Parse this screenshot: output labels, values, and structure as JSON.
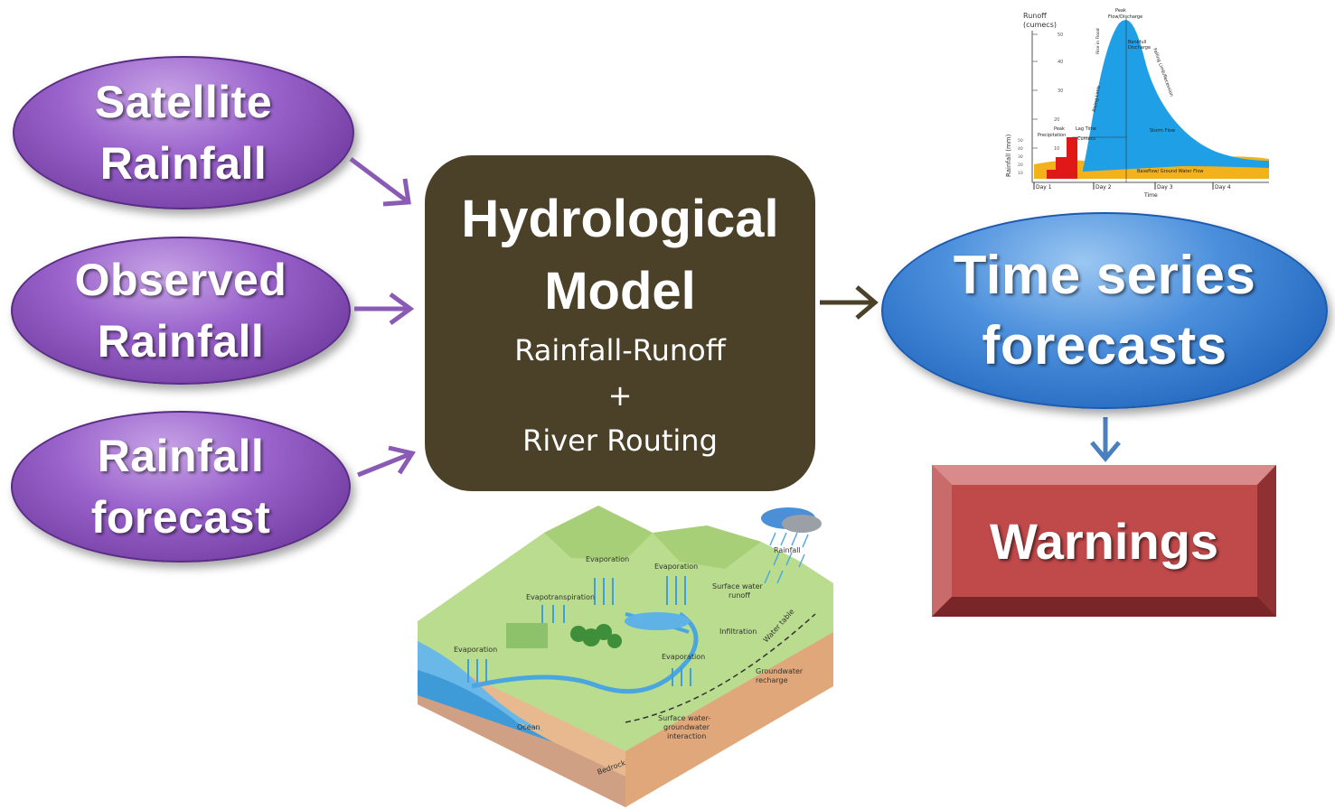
{
  "inputs": {
    "satellite": {
      "line1": "Satellite",
      "line2": "Rainfall"
    },
    "observed": {
      "line1": "Observed",
      "line2": "Rainfall"
    },
    "forecast": {
      "line1": "Rainfall",
      "line2": "forecast"
    }
  },
  "model": {
    "line1": "Hydrological",
    "line2": "Model",
    "sub1": "Rainfall-Runoff",
    "plus": "+",
    "sub2": "River Routing"
  },
  "output": {
    "line1": "Time series",
    "line2": "forecasts"
  },
  "warnings": {
    "label": "Warnings"
  },
  "hydrograph": {
    "y_label": "Runoff\n(cumecs)",
    "y_label_line1": "Runoff",
    "y_label_line2": "(cumecs)",
    "rain_axis_label": "Rainfall (mm)",
    "x_title": "Time",
    "days": [
      "Day 1",
      "Day 2",
      "Day 3",
      "Day 4"
    ],
    "annotations": {
      "peak_flow": "Peak",
      "peak_flow2": "Flow/Discharge",
      "peak_precip": "Peak",
      "peak_precip2": "Precipitation",
      "lag_time": "Lag Time",
      "rising_limb": "Rising Limb",
      "falling_limb": "Falling Limb/Recession",
      "storm_flow": "Storm Flow",
      "baseflow": "Baseflow/ Ground Water Flow",
      "rise_in_flood": "Rise in Flood",
      "bankfull": "Bankfull",
      "bankfull2": "Discharge",
      "cumecs": "Cumecs"
    },
    "y_ticks": [
      "50",
      "40",
      "30",
      "20",
      "10"
    ],
    "rain_ticks": [
      "50",
      "40",
      "30",
      "20",
      "10"
    ],
    "colors": {
      "storm": "#1fa0e6",
      "base": "#f2b21a",
      "rain": "#e01818"
    }
  },
  "water_cycle": {
    "labels": {
      "rainfall": "Rainfall",
      "evaporation": "Evaporation",
      "evapotranspiration": "Evapotranspiration",
      "surface_runoff": "Surface water runoff",
      "surface_runoff1": "Surface water",
      "surface_runoff2": "runoff",
      "infiltration": "Infiltration",
      "water_table": "Water table",
      "groundwater": "Groundwater recharge",
      "groundwater1": "Groundwater",
      "groundwater2": "recharge",
      "interaction1": "Surface water-",
      "interaction2": "groundwater",
      "interaction3": "interaction",
      "ocean": "Ocean",
      "bedrock": "Bedrock"
    }
  },
  "colors": {
    "purple": "#7f47b3",
    "model": "#4b4128",
    "blue": "#2e74cc",
    "warning": "#c0494a",
    "arrow_purple": "#8a5bb5",
    "arrow_dark": "#4b4128",
    "arrow_blue": "#4a7fc0"
  }
}
